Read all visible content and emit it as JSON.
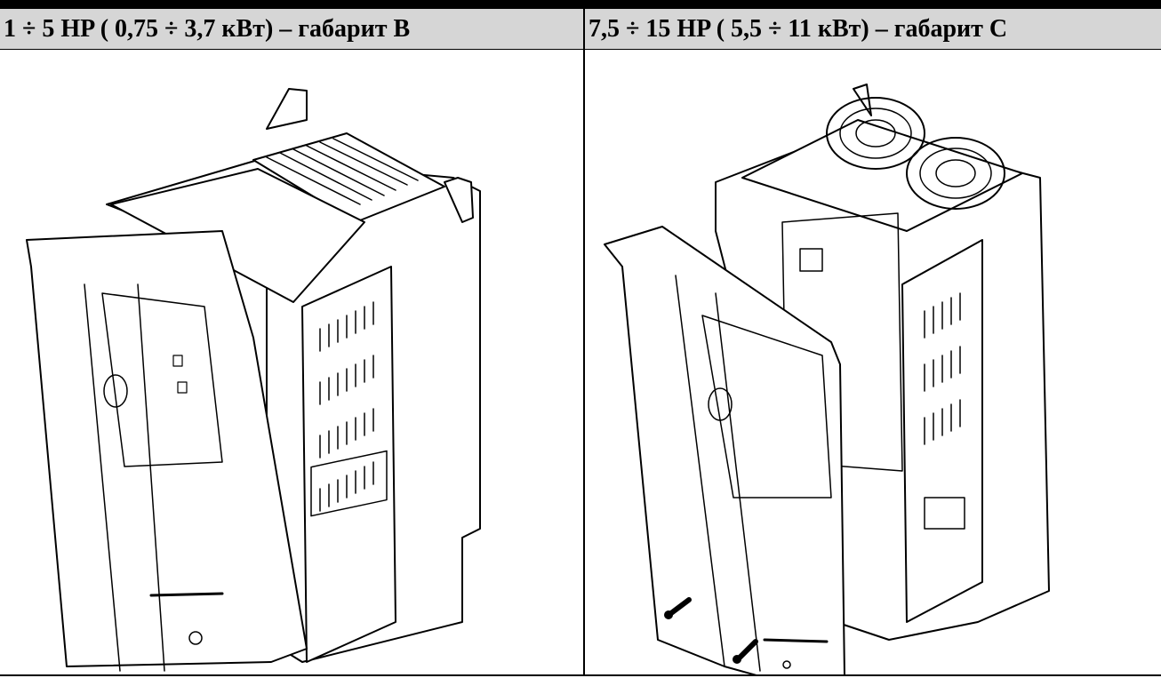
{
  "table": {
    "columns": [
      {
        "header": "1 ÷ 5 HP ( 0,75 ÷ 3,7 кВт) – габарит B",
        "illustration": "inverter-frame-b-drawing"
      },
      {
        "header": "7,5 ÷ 15 HP ( 5,5 ÷ 11 кВт) – габарит C",
        "illustration": "inverter-frame-c-drawing"
      }
    ]
  },
  "colors": {
    "header_bg": "#d6d6d6",
    "rule": "#000000",
    "line": "#000000"
  }
}
